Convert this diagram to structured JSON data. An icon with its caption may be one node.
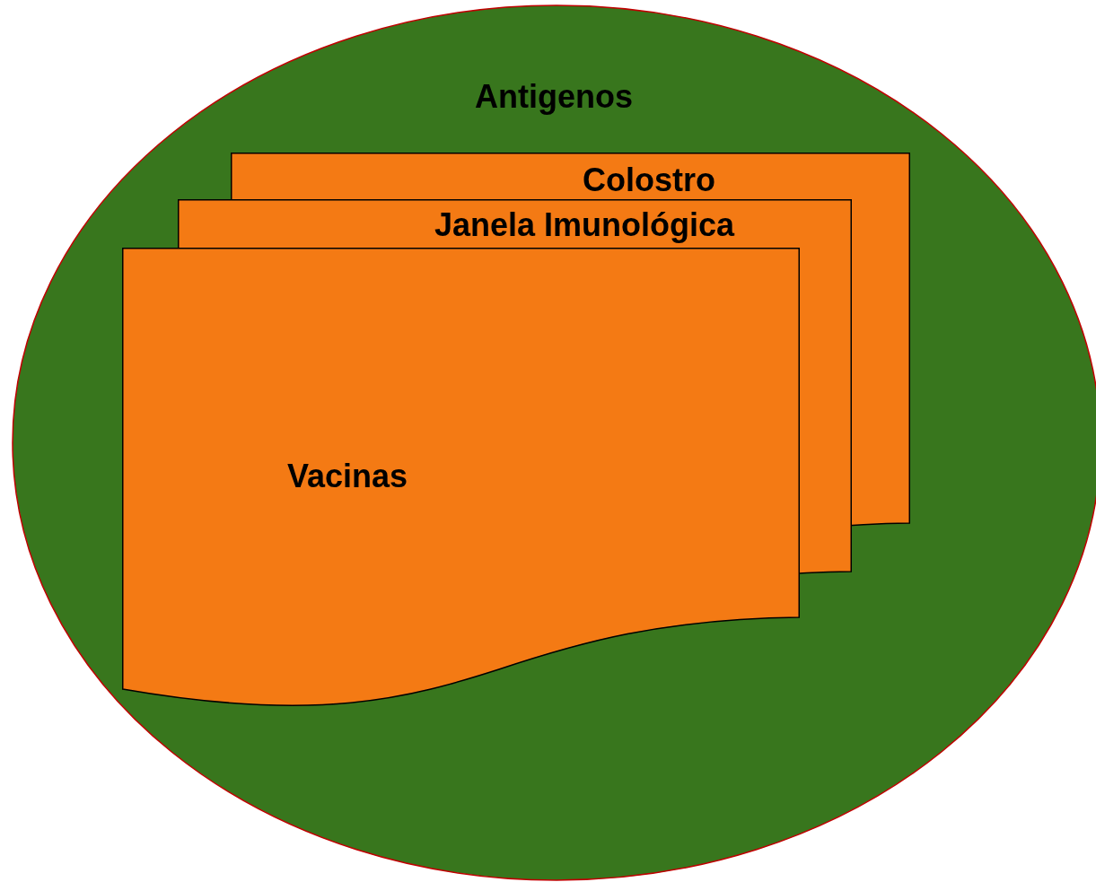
{
  "diagram": {
    "nodes": [
      {
        "text": [
          "Antigenos"
        ]
      },
      {
        "text": [
          "Colostro"
        ],
        "in": 0
      },
      {
        "text": [
          "Janela Imunológica"
        ],
        "in": 0
      },
      {
        "text": [
          "Vacinas"
        ],
        "in": 0
      }
    ]
  }
}
